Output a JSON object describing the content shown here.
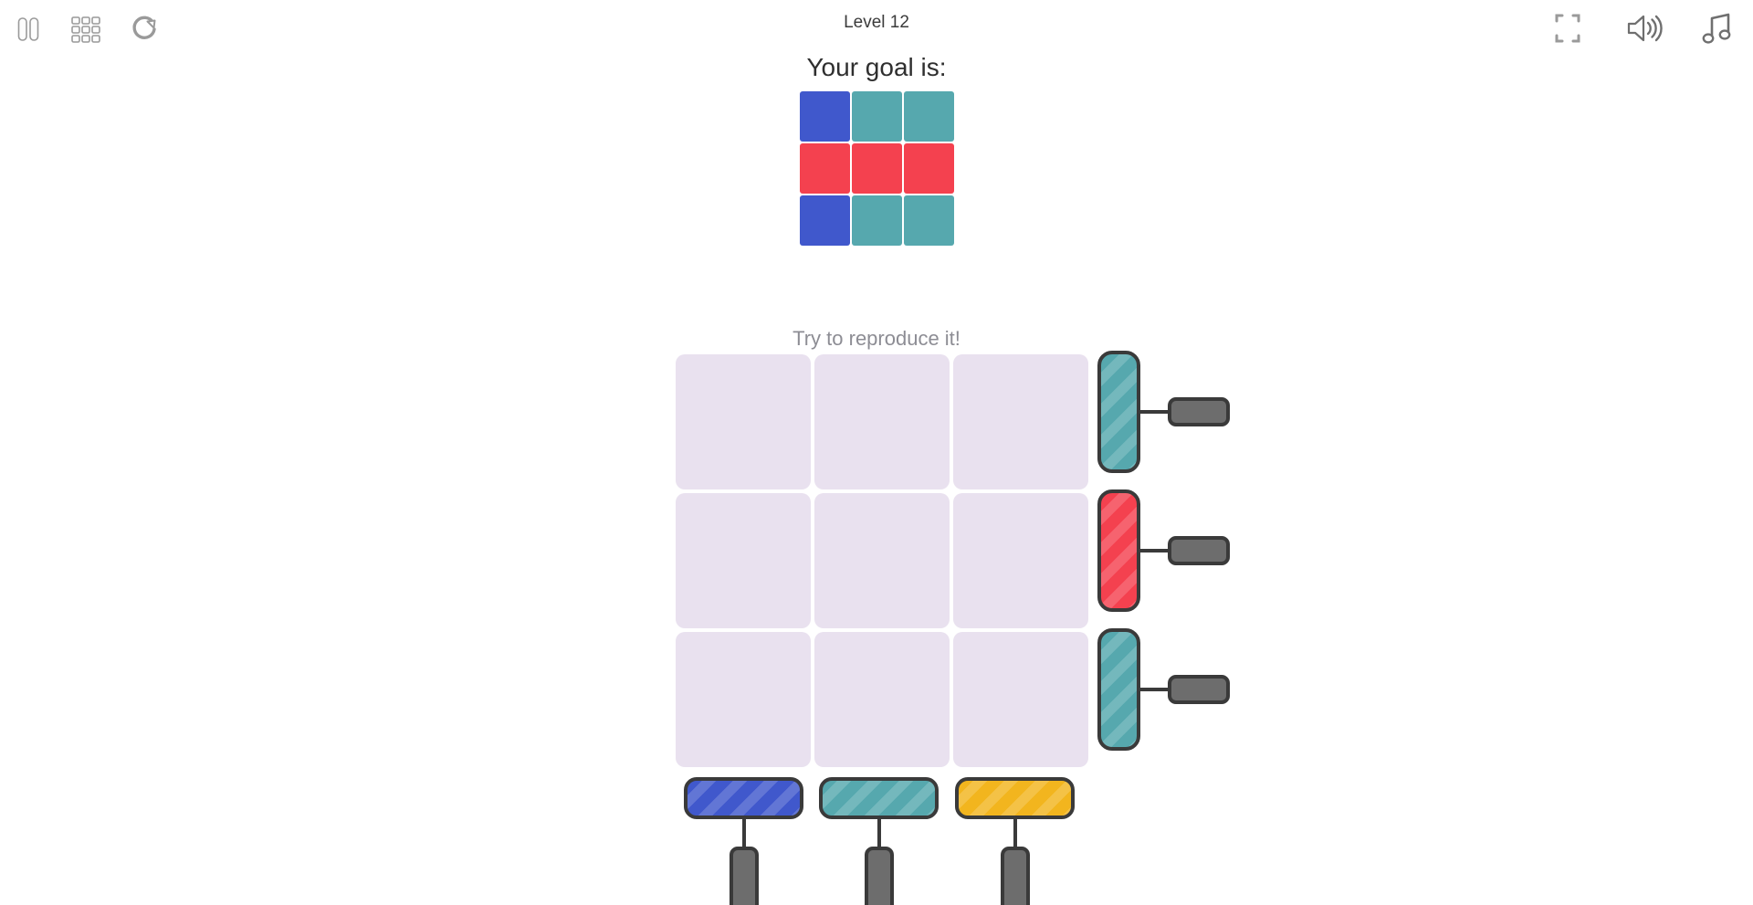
{
  "header": {
    "title": "Level 12",
    "left_buttons": [
      {
        "name": "pause-button",
        "icon": "pause-icon",
        "label": "Pause"
      },
      {
        "name": "levels-button",
        "icon": "grid-icon",
        "label": "Levels"
      },
      {
        "name": "restart-button",
        "icon": "restart-icon",
        "label": "Restart"
      }
    ],
    "right_buttons": [
      {
        "name": "fullscreen-button",
        "icon": "fullscreen-icon",
        "label": "Fullscreen"
      },
      {
        "name": "sound-button",
        "icon": "speaker-icon",
        "label": "Sound"
      },
      {
        "name": "music-button",
        "icon": "music-note-icon",
        "label": "Music"
      }
    ]
  },
  "goal": {
    "heading": "Your goal is:",
    "rows": [
      [
        "blue",
        "teal",
        "teal"
      ],
      [
        "red",
        "red",
        "red"
      ],
      [
        "blue",
        "teal",
        "teal"
      ]
    ]
  },
  "play": {
    "caption": "Try to reproduce it!",
    "grid_rows": 3,
    "grid_cols": 3,
    "cells": [
      [
        "empty",
        "empty",
        "empty"
      ],
      [
        "empty",
        "empty",
        "empty"
      ],
      [
        "empty",
        "empty",
        "empty"
      ]
    ],
    "row_levers": [
      {
        "index": 0,
        "color": "teal",
        "state": "up"
      },
      {
        "index": 1,
        "color": "red",
        "state": "up"
      },
      {
        "index": 2,
        "color": "teal",
        "state": "up"
      }
    ],
    "column_levers": [
      {
        "index": 0,
        "color": "blue",
        "state": "up"
      },
      {
        "index": 1,
        "color": "teal",
        "state": "up"
      },
      {
        "index": 2,
        "color": "yellow",
        "state": "up"
      }
    ]
  },
  "colors": {
    "blue": "#4058cc",
    "teal": "#56a8ae",
    "red": "#f4414f",
    "yellow": "#f2b51e",
    "empty": "#e9e1ef",
    "outline": "#3a3a3a",
    "handle": "#6d6d6d",
    "background": "#ffffff",
    "title_text": "#3b3b3b",
    "caption_text": "#8d8d94"
  }
}
